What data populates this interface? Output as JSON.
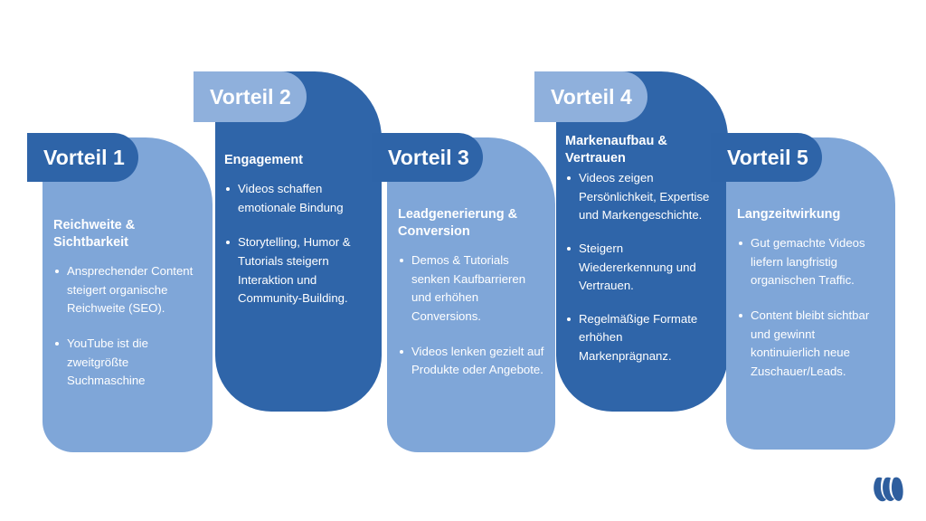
{
  "theme": {
    "background": "#ffffff",
    "dark_blue": "#2F65A9",
    "light_blue": "#7FA6D8",
    "tab_light_blue": "#8FB0DC",
    "text_color": "#ffffff"
  },
  "logo": {
    "name": "w-logo",
    "color": "#2E5E9E"
  },
  "cards": [
    {
      "tab": "Vorteil 1",
      "heading": "Reichweite & Sichtbarkeit",
      "bullets": [
        "Ansprechender Content steigert organische Reichweite (SEO).",
        "YouTube ist die zweitgrößte Suchmaschine"
      ],
      "style": "light"
    },
    {
      "tab": "Vorteil 2",
      "heading": "Engagement",
      "bullets": [
        "Videos schaffen emotionale Bindung",
        "Storytelling, Humor & Tutorials steigern Interaktion und Community-Building."
      ],
      "style": "dark"
    },
    {
      "tab": "Vorteil 3",
      "heading": "Leadgenerierung & Conversion",
      "bullets": [
        "Demos & Tutorials senken Kaufbarrieren und erhöhen Conversions.",
        "Videos lenken gezielt auf Produkte oder Angebote."
      ],
      "style": "light"
    },
    {
      "tab": "Vorteil 4",
      "heading": "Markenaufbau & Vertrauen",
      "bullets": [
        "Videos zeigen Persönlichkeit, Expertise und Markengeschichte.",
        "Steigern Wiedererkennung und Vertrauen.",
        "Regelmäßige Formate erhöhen Markenprägnanz."
      ],
      "style": "dark"
    },
    {
      "tab": "Vorteil 5",
      "heading": "Langzeitwirkung",
      "bullets": [
        "Gut gemachte Videos liefern langfristig organischen Traffic.",
        "Content bleibt sichtbar und gewinnt kontinuierlich neue Zuschauer/Leads."
      ],
      "style": "light"
    }
  ]
}
